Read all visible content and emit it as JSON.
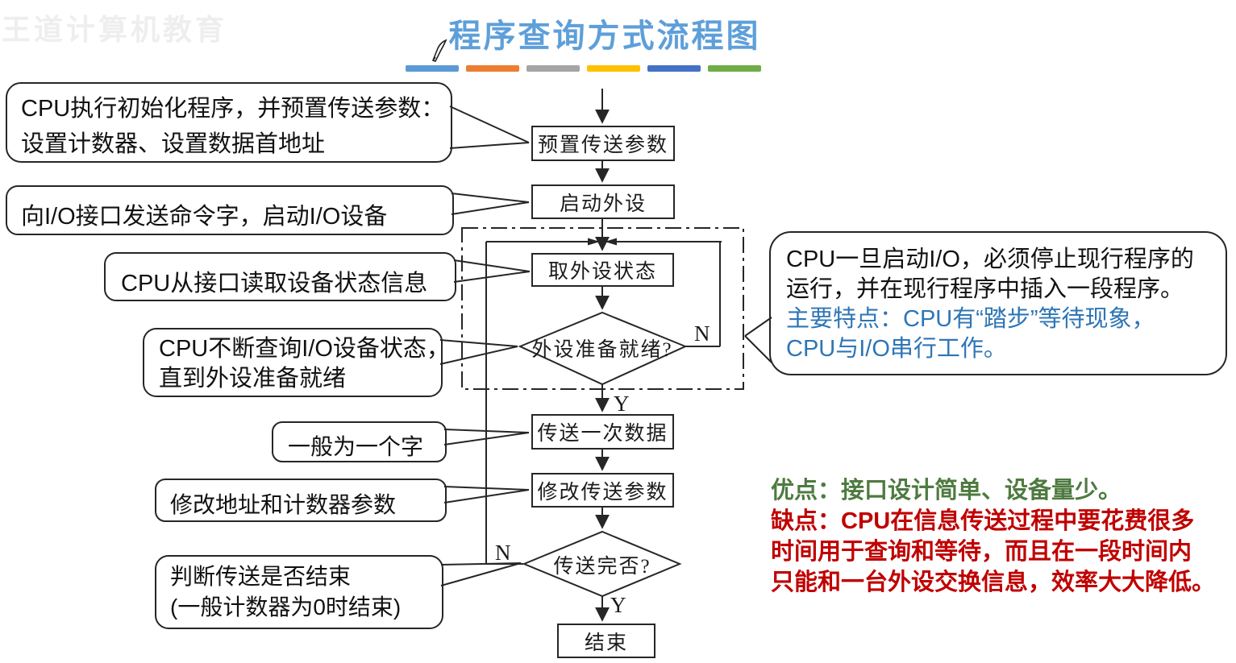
{
  "watermark": "王道计算机教育",
  "title": "程序查询方式流程图",
  "colors": {
    "title_blue": "#5E9FD9",
    "note_blue": "#2E75B6",
    "pros_green": "#4E7A40",
    "cons_red": "#C00000",
    "bars": [
      "#5B9BD5",
      "#ED7D31",
      "#A5A5A5",
      "#FFC000",
      "#4472C4",
      "#70AD47"
    ]
  },
  "flowchart": {
    "nodes": {
      "preset": "预置传送参数",
      "start_device": "启动外设",
      "get_status": "取外设状态",
      "ready_q": "外设准备就绪?",
      "transfer": "传送一次数据",
      "modify": "修改传送参数",
      "done_q": "传送完否?",
      "end": "结束"
    },
    "branch_labels": {
      "ready_no": "N",
      "ready_yes": "Y",
      "done_no": "N",
      "done_yes": "Y"
    }
  },
  "callouts": {
    "init": {
      "lines": [
        "CPU执行初始化程序，并预置传送参数：",
        "设置计数器、设置数据首地址"
      ]
    },
    "start_io": {
      "lines": [
        "向I/O接口发送命令字，启动I/O设备"
      ]
    },
    "read_status": {
      "lines": [
        "CPU从接口读取设备状态信息"
      ]
    },
    "polling": {
      "lines": [
        "CPU不断查询I/O设备状态，",
        "直到外设准备就绪"
      ]
    },
    "one_word": {
      "lines": [
        "一般为一个字"
      ]
    },
    "modify_params": {
      "lines": [
        "修改地址和计数器参数"
      ]
    },
    "judge_end": {
      "lines": [
        "判断传送是否结束",
        "(一般计数器为0时结束)"
      ]
    },
    "io_note": {
      "black_lines": [
        "CPU一旦启动I/O，必须停止现行程序的",
        "运行，并在现行程序中插入一段程序。"
      ],
      "blue_lines": [
        "主要特点：CPU有“踏步”等待现象，",
        "CPU与I/O串行工作。"
      ]
    }
  },
  "summary": {
    "pros": "优点：接口设计简单、设备量少。",
    "cons_lines": [
      "缺点：CPU在信息传送过程中要花费很多",
      "时间用于查询和等待，而且在一段时间内",
      "只能和一台外设交换信息，效率大大降低。"
    ]
  }
}
